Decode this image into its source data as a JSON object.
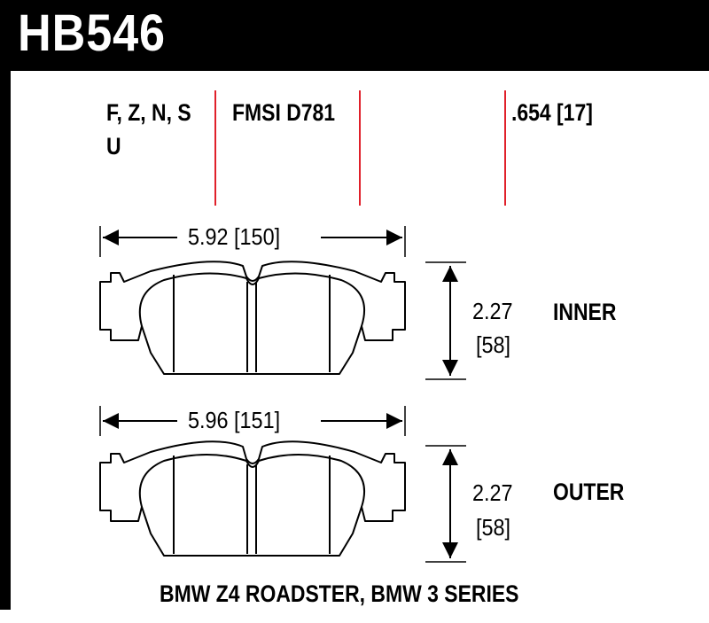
{
  "header": {
    "part_number": "HB546",
    "bg_color": "#000000",
    "text_color": "#ffffff"
  },
  "specs": {
    "compounds_line1": "F, Z, N, S",
    "compounds_line2": "U",
    "fmsi": "FMSI D781",
    "thickness": ".654 [17]"
  },
  "divider_color": "#e0202a",
  "inner_pad": {
    "width": "5.92 [150]",
    "height_in": "2.27",
    "height_mm": "[58]",
    "label": "INNER"
  },
  "outer_pad": {
    "width": "5.96 [151]",
    "height_in": "2.27",
    "height_mm": "[58]",
    "label": "OUTER"
  },
  "application": "BMW Z4 ROADSTER, BMW 3 SERIES"
}
